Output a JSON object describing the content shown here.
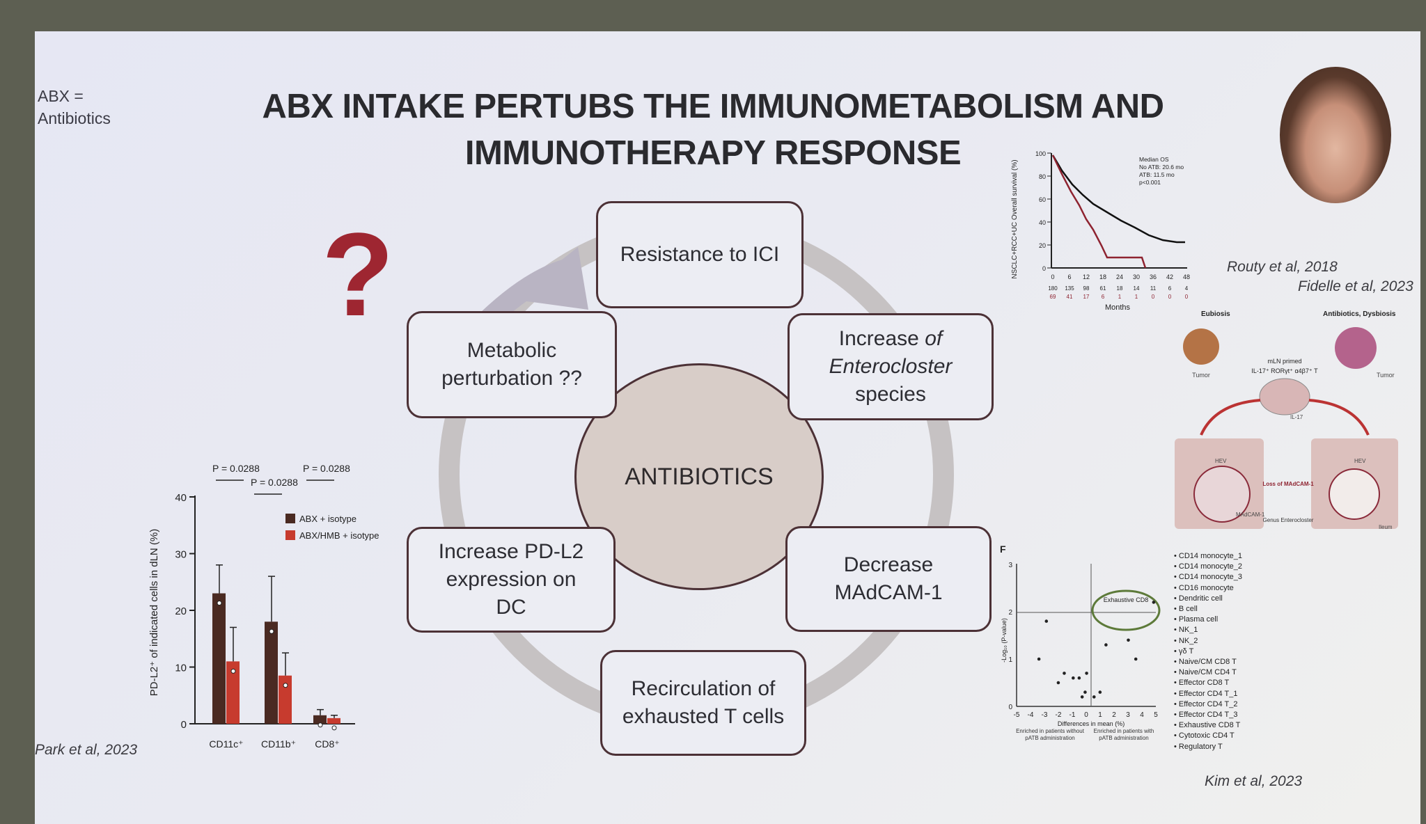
{
  "abbreviation": {
    "line1": "ABX =",
    "line2": "Antibiotics"
  },
  "title": {
    "line1": "ABX INTAKE PERTUBS THE IMMUNOMETABOLISM AND",
    "line2": "IMMUNOTHERAPY RESPONSE"
  },
  "question_mark": "?",
  "center_label": "ANTIBIOTICS",
  "boxes": {
    "resistance": "Resistance to ICI",
    "metabolic": {
      "line1": "Metabolic",
      "line2": "perturbation ??"
    },
    "enterocloster": {
      "line1a": "Increase ",
      "line1b": "of",
      "line2": "Enterocloster",
      "line3": "species"
    },
    "pdl2": {
      "line1": "Increase PD-L2",
      "line2": "expression on",
      "line3": "DC"
    },
    "madcam": {
      "line1": "Decrease",
      "line2": "MAdCAM-1"
    },
    "recirculation": {
      "line1": "Recirculation of",
      "line2": "exhausted T cells"
    }
  },
  "citations": {
    "routy": "Routy et al, 2018",
    "fidelle": "Fidelle et al, 2023",
    "park": "Park et al, 2023",
    "kim": "Kim et al, 2023"
  },
  "km_panel": {
    "ylabel": "NSCLC+RCC+UC Overall survival (%)",
    "xlabel": "Months",
    "legend_text": [
      "Median OS",
      "No ATB: 20.6 mo",
      "ATB: 11.5 mo",
      "p<0.001"
    ],
    "y_ticks": [
      "100",
      "80",
      "60",
      "40",
      "20",
      "0"
    ],
    "x_ticks": [
      "0",
      "6",
      "12",
      "18",
      "24",
      "30",
      "36",
      "42",
      "48"
    ],
    "risk_row1": [
      "180",
      "135",
      "98",
      "61",
      "18",
      "14",
      "11",
      "6",
      "4"
    ],
    "risk_row2": [
      "69",
      "41",
      "17",
      "6",
      "1",
      "1",
      "0",
      "0",
      "0"
    ]
  },
  "fidelle_panel": {
    "label_left": "Eubiosis",
    "label_right": "Antibiotics, Dysbiosis",
    "tumor": "Tumor",
    "mln": "mLN primed",
    "treg": "IL-17⁺ RORγt⁺ α4β7⁺ T",
    "loss": "Loss of MAdCAM-1",
    "genus": "Genus Enterocloster",
    "ileum": "Ileum",
    "hev": "HEV",
    "madcam": "MAdCAM-1",
    "il17": "IL-17"
  },
  "kim_panel": {
    "panel_letter": "F",
    "ylabel": "-Log₁₀ (P-value)",
    "xlabel": "Differences in mean (%)",
    "left_group": "Enriched in patients without pATB administration",
    "right_group": "Enriched in patients with pATB administration",
    "highlight": "Exhaustive CD8",
    "y_ticks": [
      "0",
      "1",
      "2",
      "3"
    ],
    "x_ticks": [
      "-5",
      "-4",
      "-3",
      "-2",
      "-1",
      "0",
      "1",
      "2",
      "3",
      "4",
      "5"
    ],
    "cell_types": [
      "CD14 monocyte_1",
      "CD14 monocyte_2",
      "CD14 monocyte_3",
      "CD16 monocyte",
      "Dendritic cell",
      "B cell",
      "Plasma cell",
      "NK_1",
      "NK_2",
      "γδ T",
      "Naive/CM CD8 T",
      "Naive/CM CD4 T",
      "Effector CD8 T",
      "Effector CD4 T_1",
      "Effector CD4 T_2",
      "Effector CD4 T_3",
      "Exhaustive CD8 T",
      "Cytotoxic CD4 T",
      "Regulatory T"
    ]
  },
  "chart_data": {
    "type": "bar",
    "categories": [
      "CD11c⁺",
      "CD11b⁺",
      "CD8⁺"
    ],
    "series": [
      {
        "name": "ABX + isotype",
        "values": [
          23,
          18,
          1.5
        ]
      },
      {
        "name": "ABX/HMB + isotype",
        "values": [
          11,
          8.5,
          1
        ]
      }
    ],
    "errors": [
      [
        5,
        8,
        1
      ],
      [
        6,
        4,
        0.5
      ]
    ],
    "ylabel": "PD-L2⁺ of indicated cells in dLN (%)",
    "ylim": [
      0,
      40
    ],
    "yticks": [
      "0",
      "10",
      "20",
      "30",
      "40"
    ],
    "pvalues": [
      "P = 0.0288",
      "P = 0.0288",
      "P = 0.0288"
    ],
    "colors": [
      "#4a2a22",
      "#c73b2e"
    ],
    "legend": "top-right"
  }
}
